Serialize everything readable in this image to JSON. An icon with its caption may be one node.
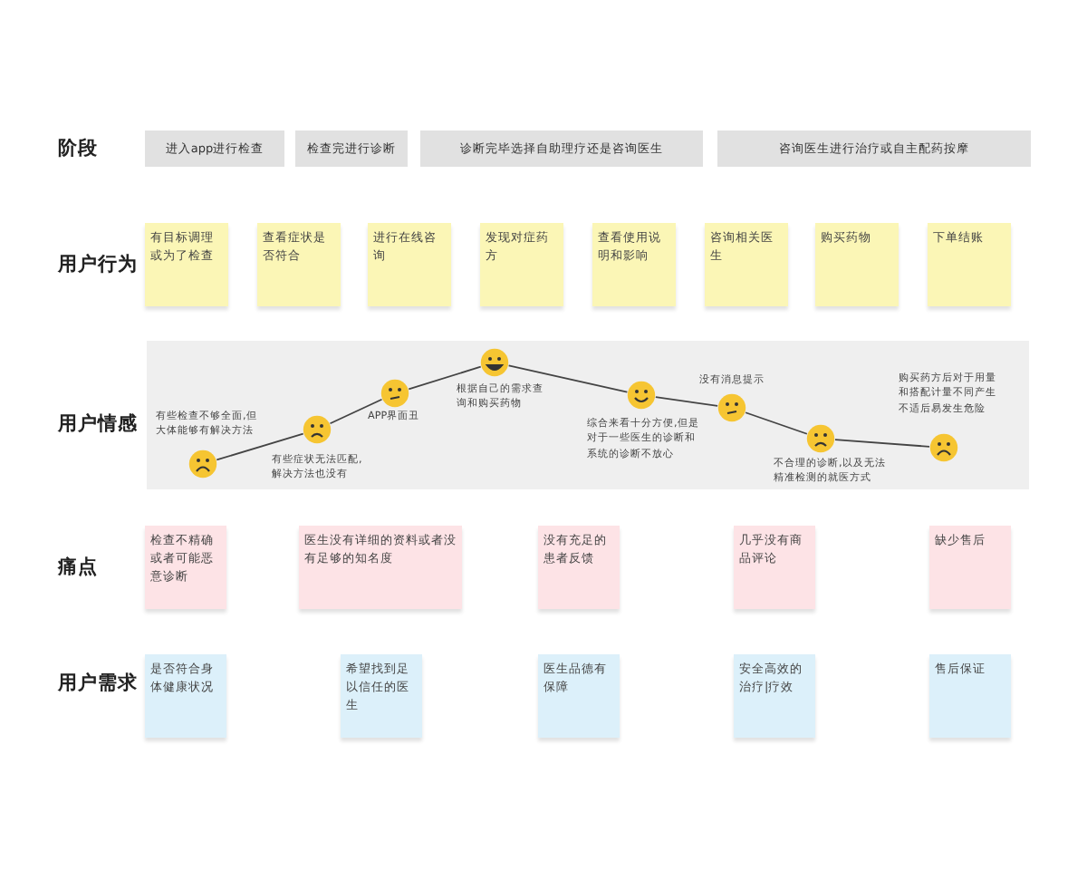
{
  "diagram": {
    "nodes": [
      {
        "text": [
          "进入app进行检查"
        ]
      },
      {
        "text": [
          "检查完进行诊断"
        ]
      },
      {
        "text": [
          "诊断完毕选择自助理疗还是咨询医生"
        ]
      },
      {
        "text": [
          "咨询医生进行治疗或自主配药按摩"
        ]
      },
      {
        "text": [
          "有目标调理或为了检查"
        ]
      },
      {
        "text": [
          "查看症状是否符合"
        ]
      },
      {
        "text": [
          "进行在线咨询"
        ]
      },
      {
        "text": [
          "发现对症药方"
        ]
      },
      {
        "text": [
          "查看使用说明和影响"
        ]
      },
      {
        "text": [
          "咨询相关医生"
        ]
      },
      {
        "text": [
          "购买药物"
        ]
      },
      {
        "text": [
          "下单结账"
        ]
      },
      {
        "text": [],
        "shape": "box"
      },
      {
        "text": [],
        "shape": "circle",
        "in": 12,
        "beside": [
          "有些检查不够全面,但大体能够有解决方法"
        ]
      },
      {
        "text": [],
        "shape": "circle",
        "in": 12,
        "beside": [
          "有些症状无法匹配,解决方法也没有"
        ]
      },
      {
        "text": [],
        "shape": "circle",
        "in": 12,
        "beside": [
          "APP界面丑"
        ]
      },
      {
        "text": [],
        "shape": "circle",
        "in": 12,
        "beside": [
          "根据自己的需求查询和购买药物"
        ]
      },
      {
        "text": [],
        "shape": "circle",
        "in": 12,
        "beside": [
          "综合来看十分方便,但是对于一些医生的诊断和系统的诊断不放心"
        ]
      },
      {
        "text": [],
        "shape": "circle",
        "in": 12,
        "beside": [
          "没有消息提示"
        ]
      },
      {
        "text": [],
        "shape": "circle",
        "in": 12,
        "beside": [
          "不合理的诊断,以及无法精准检测的就医方式"
        ]
      },
      {
        "text": [],
        "shape": "circle",
        "in": 12,
        "beside": [
          "购买药方后对于用量和搭配计量不同产生不适后易发生危险"
        ]
      },
      {
        "text": [
          "检查不精确或者可能恶意诊断"
        ]
      },
      {
        "text": [
          "医生没有详细的资料或者没有足够的知名度"
        ]
      },
      {
        "text": [
          "没有充足的患者反馈"
        ]
      },
      {
        "text": [
          "几乎没有商品评论"
        ]
      },
      {
        "text": [
          "缺少售后"
        ]
      },
      {
        "text": [
          "是否符合身体健康状况"
        ]
      },
      {
        "text": [
          "希望找到足以信任的医生"
        ]
      },
      {
        "text": [
          "医生品德有保障"
        ]
      },
      {
        "text": [
          "安全高效的治疗|疗效"
        ]
      },
      {
        "text": [
          "售后保证"
        ]
      }
    ],
    "edges": [
      {
        "from": 13,
        "to": 14,
        "arrow": "none"
      },
      {
        "from": 14,
        "to": 15,
        "arrow": "none"
      },
      {
        "from": 15,
        "to": 16,
        "arrow": "none"
      },
      {
        "from": 16,
        "to": 17,
        "arrow": "none"
      },
      {
        "from": 17,
        "to": 18,
        "arrow": "none"
      },
      {
        "from": 18,
        "to": 19,
        "arrow": "none"
      },
      {
        "from": 19,
        "to": 20,
        "arrow": "none"
      }
    ],
    "labels": [
      "阶段",
      "用户行为",
      "用户情感",
      "痛点",
      "用户需求"
    ]
  }
}
